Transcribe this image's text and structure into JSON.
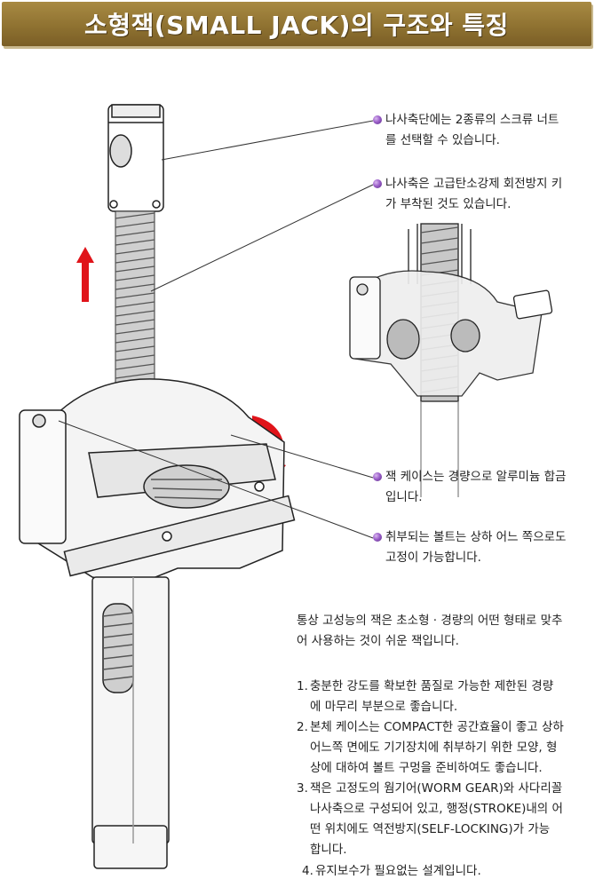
{
  "title": "소형잭(SMALL JACK)의 구조와 특징",
  "callouts": [
    {
      "line1": "나사축단에는 2종류의 스크류 너트",
      "line2": "를 선택할 수 있습니다."
    },
    {
      "line1": "나사축은 고급탄소강제 회전방지 키",
      "line2": "가 부착된 것도 있습니다."
    },
    {
      "line1": "잭 케이스는 경량으로 알루미늄 합금",
      "line2": "입니다."
    },
    {
      "line1": "취부되는 볼트는 상하 어느 쪽으로도",
      "line2": "고정이 가능합니다."
    }
  ],
  "intro": {
    "line1": "통상 고성능의 잭은 초소형 · 경량의 어떤 형태로 맞추",
    "line2": "어 사용하는 것이 쉬운 잭입니다."
  },
  "features": [
    {
      "num": "1.",
      "lines": [
        "충분한 강도를 확보한 품질로 가능한 제한된 경량",
        "에 마무리 부분으로  좋습니다."
      ]
    },
    {
      "num": "2.",
      "lines": [
        "본체 케이스는 COMPACT한 공간효율이 좋고 상하",
        "어느쪽 면에도 기기장치에 취부하기 위한 모양,  형",
        "상에  대하여  볼트 구멍을 준비하여도 좋습니다."
      ]
    },
    {
      "num": "3.",
      "lines": [
        "잭은 고정도의 웜기어(WORM GEAR)와 사다리꼴",
        "나사축으로 구성되어 있고, 행정(STROKE)내의 어",
        "떤 위치에도 역전방지(SELF-LOCKING)가 가능",
        "합니다."
      ]
    },
    {
      "num": "4.",
      "lines": [
        "유지보수가 필요없는 설계입니다."
      ]
    }
  ],
  "colors": {
    "title_bg": "#8f7231",
    "arrow": "#e0141a",
    "bullet": "#9b5fc9"
  }
}
